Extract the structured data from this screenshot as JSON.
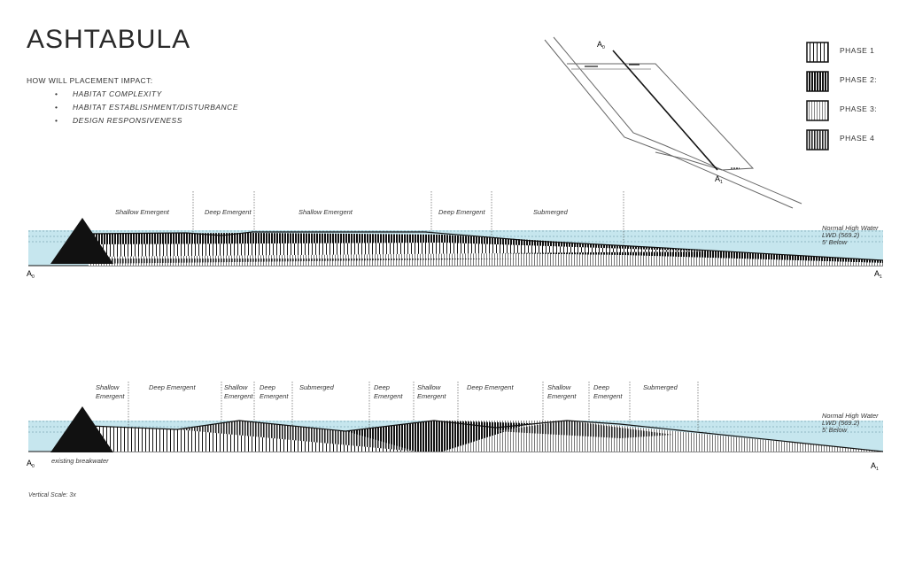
{
  "title": "ASHTABULA",
  "question": {
    "heading": "HOW WILL PLACEMENT IMPACT:",
    "items": [
      "HABITAT COMPLEXITY",
      "HABITAT ESTABLISHMENT/DISTURBANCE",
      "DESIGN RESPONSIVENESS"
    ]
  },
  "legend": [
    {
      "label": "PHASE 1",
      "pattern": "phase1"
    },
    {
      "label": "PHASE 2:",
      "pattern": "phase2"
    },
    {
      "label": "PHASE 3:",
      "pattern": "phase3"
    },
    {
      "label": "PHASE 4",
      "pattern": "phase4"
    }
  ],
  "keymap": {
    "start_label": "A",
    "start_sub": "0",
    "end_label": "A",
    "end_sub": "1"
  },
  "section1": {
    "zones": [
      "Shallow Emergent",
      "Deep Emergent",
      "Shallow Emergent",
      "Deep Emergent",
      "Submerged"
    ],
    "water_labels": [
      "Normal High Water",
      "LWD (569.2)",
      "5' Below"
    ],
    "start_label": "A",
    "start_sub": "0",
    "end_label": "A",
    "end_sub": "1"
  },
  "section2": {
    "zones": [
      [
        "Shallow",
        "Emergent"
      ],
      [
        "Deep Emergent"
      ],
      [
        "Shallow",
        "Emergent"
      ],
      [
        "Deep",
        "Emergent"
      ],
      [
        "Submerged"
      ],
      [
        "Deep",
        "Emergent"
      ],
      [
        "Shallow",
        "Emergent"
      ],
      [
        "Deep Emergent"
      ],
      [
        "Shallow",
        "Emergent"
      ],
      [
        "Deep",
        "Emergent"
      ],
      [
        "Submerged"
      ]
    ],
    "water_labels": [
      "Normal High Water",
      "LWD (569.2)",
      "5' Below"
    ],
    "breakwater_label": "existing breakwater",
    "start_label": "A",
    "start_sub": "0",
    "end_label": "A",
    "end_sub": "1"
  },
  "scale_note": "Vertical Scale: 3x",
  "colors": {
    "water": "#c6e6ee",
    "ink": "#111111",
    "waterline": "#5a8a99"
  }
}
